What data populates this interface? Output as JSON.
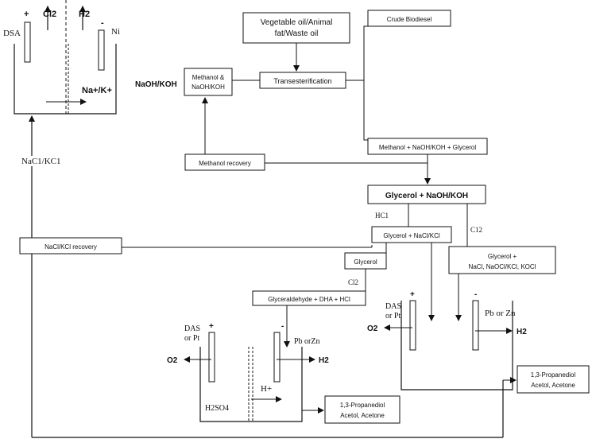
{
  "boxes": {
    "feedstock": [
      "Vegetable oil/Animal",
      "fat/Waste oil"
    ],
    "crude_biodiesel": "Crude Biodiesel",
    "methanol_catalyst": [
      "Methanol &",
      "NaOH/KOH"
    ],
    "transesterification": "Transesterification",
    "methanol_mix": "Methanol + NaOH/KOH + Glycerol",
    "methanol_recovery": "Methanol recovery",
    "glycerol_base": "Glycerol  +  NaOH/KOH",
    "glycerol_nacl": "Glycerol  +  NaCl/KCl",
    "nacl_recovery": "NaCl/KCl recovery",
    "glycerol": "Glycerol",
    "glycerol_oxidants": [
      "Glycerol  +",
      "NaCl, NaOCl/KCl, KOCl"
    ],
    "glyceraldehyde": "Glyceraldehyde + DHA + HCl",
    "products_right": [
      "1,3-Propanediol",
      "Acetol, Acetone"
    ],
    "products_bottom": [
      "1,3-Propanediol",
      "Acetol, Acetone"
    ]
  },
  "labels": {
    "dsa": "DSA",
    "cl2": "Cl2",
    "h2_top": "H2",
    "ni": "Ni",
    "plus": "+",
    "minus": "-",
    "na_k": "Na+/K+",
    "naoh_koh": "NaOH/KOH",
    "nacl_kcl_feed": "NaC1/KC1",
    "hcl": "HC1",
    "cl2_mid": "C12",
    "cl2_low": "Cl2",
    "das_pt": [
      "DAS",
      "or Pt"
    ],
    "pb_zn_right": "Pb or Zn",
    "pb_zn_left": "Pb orZn",
    "o2": "O2",
    "h2": "H2",
    "h_plus": "H+",
    "h2so4": "H2SO4"
  }
}
